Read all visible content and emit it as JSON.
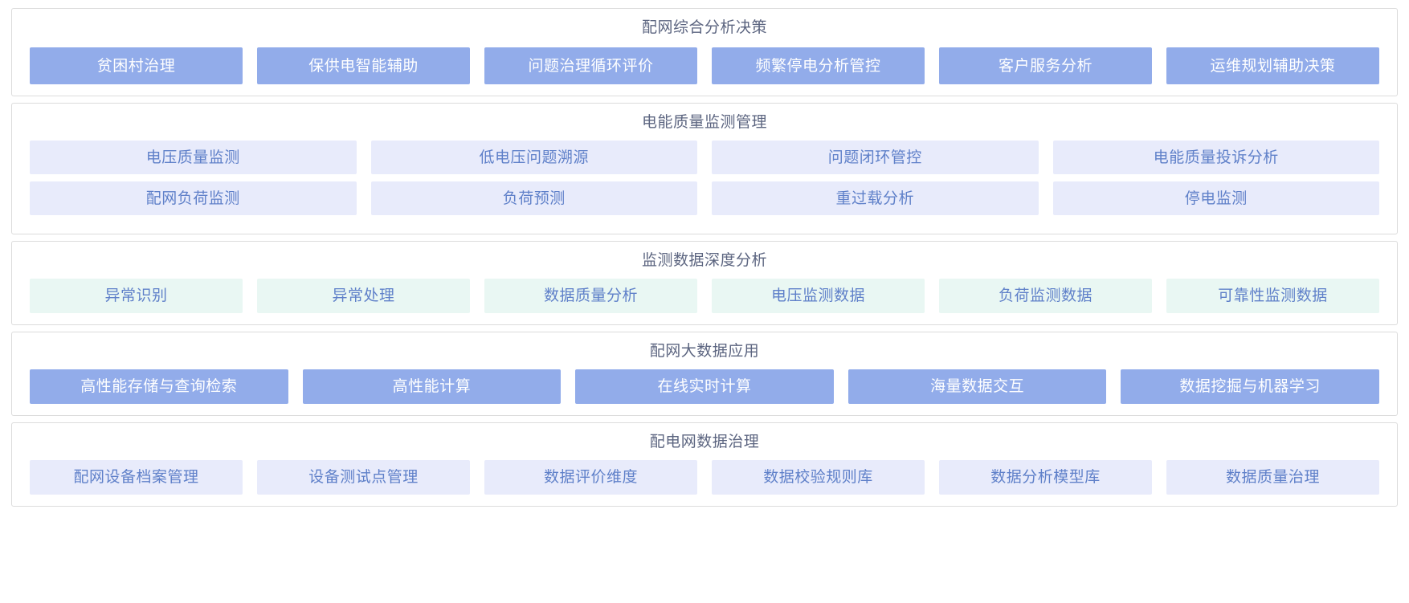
{
  "page": {
    "background": "#ffffff",
    "border_color": "#dcdcdc",
    "title_color": "#5c6580",
    "accent_solid": "#92acea",
    "accent_pale": "#e8ebfb",
    "accent_mint": "#e9f7f3",
    "label_blue": "#5f80c9",
    "label_white": "#ffffff"
  },
  "panels": [
    {
      "title": "配网综合分析决策",
      "style": "solid",
      "rows": [
        {
          "tiles": [
            {
              "label": "贫困村治理"
            },
            {
              "label": "保供电智能辅助"
            },
            {
              "label": "问题治理循环评价"
            },
            {
              "label": "频繁停电分析管控"
            },
            {
              "label": "客户服务分析"
            },
            {
              "label": "运维规划辅助决策"
            }
          ]
        }
      ]
    },
    {
      "title": "电能质量监测管理",
      "style": "pale",
      "rows": [
        {
          "tiles": [
            {
              "label": "电压质量监测"
            },
            {
              "label": "低电压问题溯源"
            },
            {
              "label": "问题闭环管控"
            },
            {
              "label": "电能质量投诉分析"
            }
          ]
        },
        {
          "tiles": [
            {
              "label": "配网负荷监测"
            },
            {
              "label": "负荷预测"
            },
            {
              "label": "重过载分析"
            },
            {
              "label": "停电监测"
            }
          ]
        }
      ]
    },
    {
      "title": "监测数据深度分析",
      "style": "mint",
      "rows": [
        {
          "tiles": [
            {
              "label": "异常识别"
            },
            {
              "label": "异常处理"
            },
            {
              "label": "数据质量分析"
            },
            {
              "label": "电压监测数据"
            },
            {
              "label": "负荷监测数据"
            },
            {
              "label": "可靠性监测数据"
            }
          ]
        }
      ]
    },
    {
      "title": "配网大数据应用",
      "style": "solid",
      "rows": [
        {
          "tiles": [
            {
              "label": "高性能存储与查询检索"
            },
            {
              "label": "高性能计算"
            },
            {
              "label": "在线实时计算"
            },
            {
              "label": "海量数据交互"
            },
            {
              "label": "数据挖掘与机器学习"
            }
          ]
        }
      ]
    },
    {
      "title": "配电网数据治理",
      "style": "pale",
      "rows": [
        {
          "tiles": [
            {
              "label": "配网设备档案管理"
            },
            {
              "label": "设备测试点管理"
            },
            {
              "label": "数据评价维度"
            },
            {
              "label": "数据校验规则库"
            },
            {
              "label": "数据分析模型库"
            },
            {
              "label": "数据质量治理"
            }
          ]
        }
      ]
    }
  ]
}
